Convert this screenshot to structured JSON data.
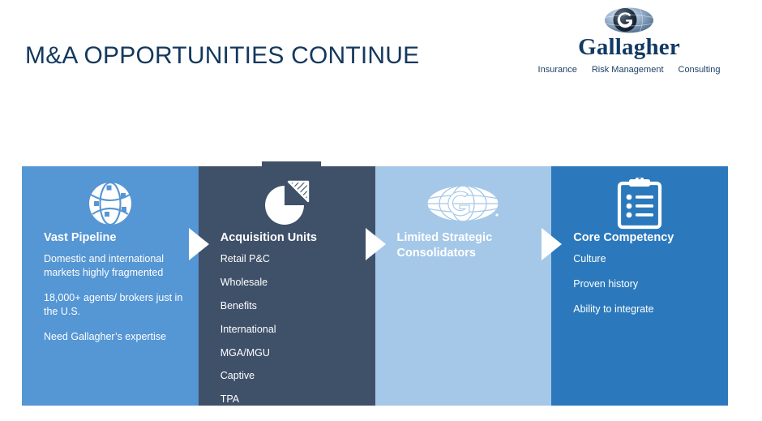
{
  "header": {
    "title": "M&A OPPORTUNITIES CONTINUE",
    "logo": {
      "mark_icon": "gallagher-globe-g-icon",
      "wordmark": "Gallagher",
      "tagline": [
        "Insurance",
        "Risk Management",
        "Consulting"
      ]
    }
  },
  "diagram": {
    "type": "chevron-process",
    "columns": [
      {
        "heading": "Vast Pipeline",
        "icon": "network-globe-icon",
        "color": "#5596D4",
        "items": [
          "Domestic and international markets highly fragmented",
          "18,000+ agents/ brokers just in the U.S.",
          "Need Gallagher’s expertise"
        ]
      },
      {
        "heading": "Acquisition Units",
        "icon": "pie-chart-icon",
        "color": "#3F5069",
        "items": [
          "Retail P&C",
          "Wholesale",
          "Benefits",
          "International",
          "MGA/MGU",
          "Captive",
          "TPA"
        ]
      },
      {
        "heading": "Limited Strategic Consolidators",
        "icon": "gallagher-globe-g-icon",
        "color": "#A5C8E8",
        "items": []
      },
      {
        "heading": "Core Competency",
        "icon": "clipboard-checklist-icon",
        "color": "#2B79BC",
        "items": [
          "Culture",
          "Proven history",
          "Ability to integrate"
        ]
      }
    ],
    "connectors": [
      "arrow-right-icon",
      "arrow-right-icon",
      "arrow-right-icon"
    ]
  }
}
